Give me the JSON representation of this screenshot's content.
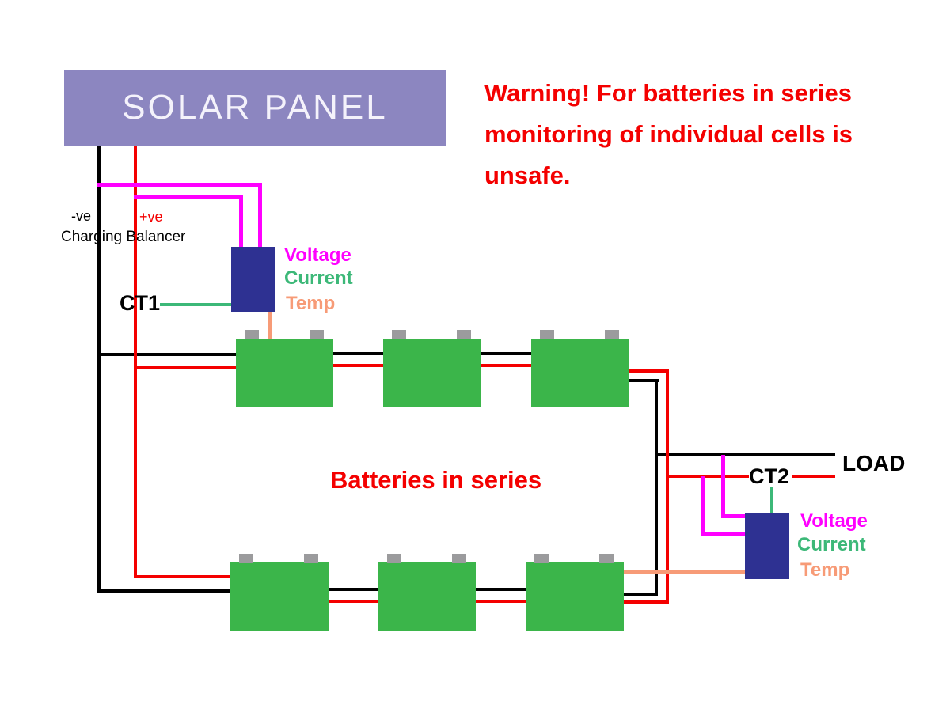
{
  "colors": {
    "wire_black": "#000000",
    "wire_red": "#f40000",
    "wire_magenta": "#ff00ff",
    "wire_green": "#3cb878",
    "wire_salmon": "#f79b77",
    "battery_green": "#3bb54a",
    "terminal_gray": "#9b9b9d",
    "solar_panel_purple": "#8c86c0",
    "ct_box_blue": "#2e3192",
    "text_red": "#f40000"
  },
  "solar_panel": {
    "label": "SOLAR PANEL"
  },
  "warning": {
    "line1": "Warning! For batteries in series",
    "line2": "monitoring of individual cells is",
    "line3": "unsafe."
  },
  "charging": {
    "negative_label": "-ve",
    "positive_label": "+ve",
    "balancer_label": "Charging Balancer"
  },
  "ct1": {
    "label": "CT1",
    "voltage_label": "Voltage",
    "current_label": "Current",
    "temp_label": "Temp"
  },
  "ct2": {
    "label": "CT2",
    "voltage_label": "Voltage",
    "current_label": "Current",
    "temp_label": "Temp"
  },
  "load": {
    "label": "LOAD"
  },
  "battery_bank": {
    "caption": "Batteries in series"
  }
}
